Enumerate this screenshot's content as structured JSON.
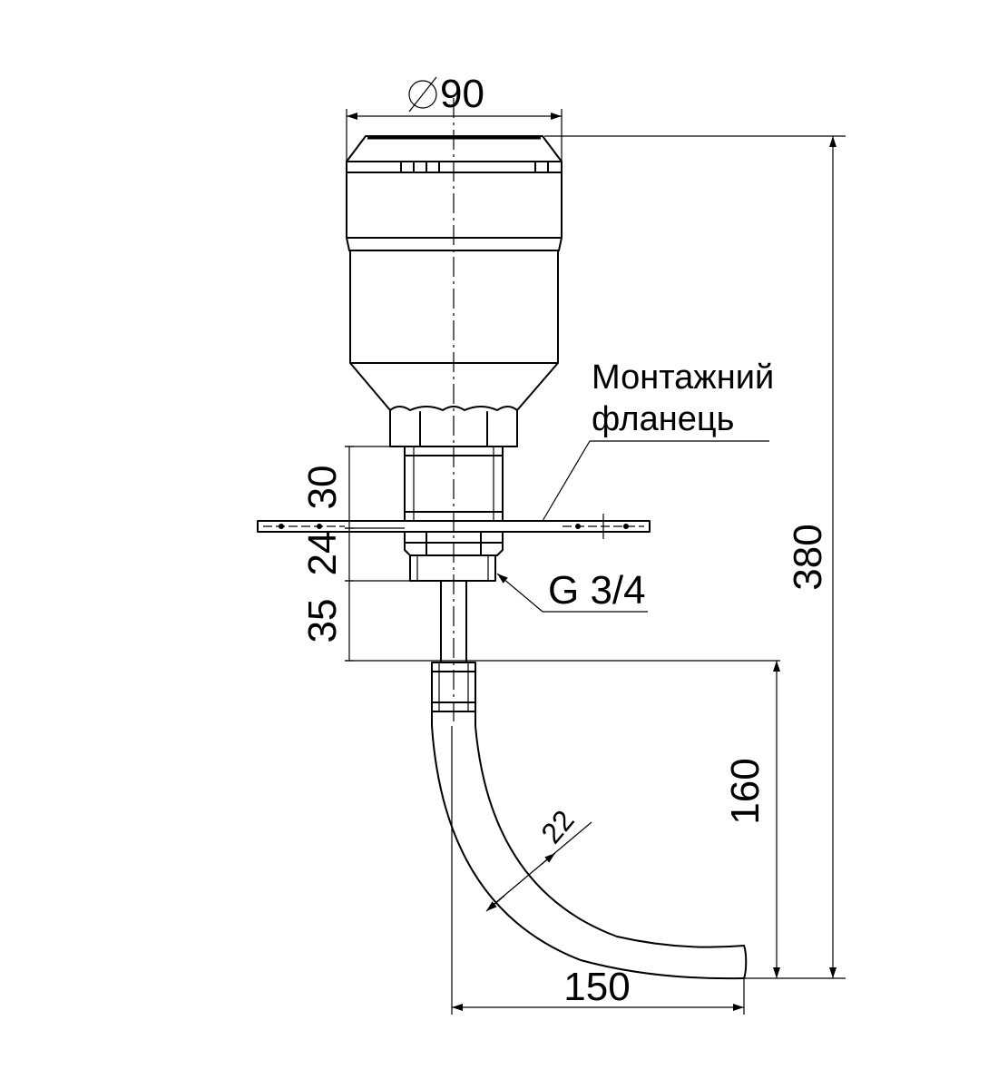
{
  "labels": {
    "flange_line1": "Монтажний",
    "flange_line2": "фланець",
    "thread": "G 3/4"
  },
  "dimensions": {
    "diameter": "Ø90",
    "total_height": "380",
    "upper_section": "30",
    "mid_section": "24",
    "lower_section": "35",
    "bend_height": "160",
    "horizontal_reach": "150",
    "tube_width": "22"
  }
}
